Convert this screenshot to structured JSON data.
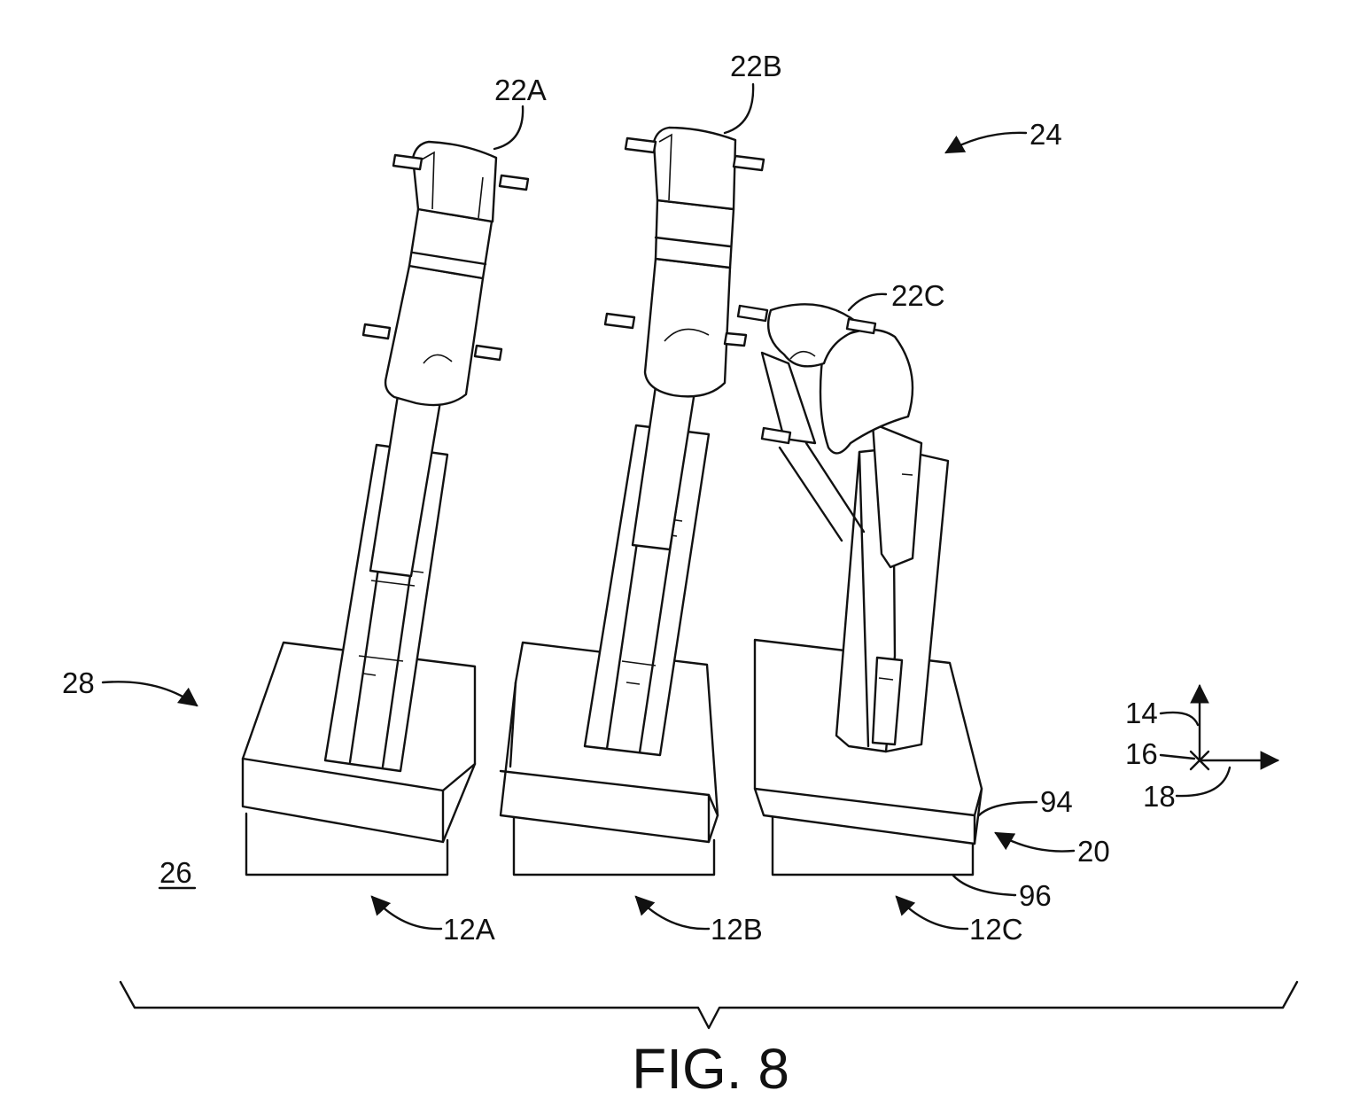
{
  "figure": {
    "title": "FIG. 8",
    "labels": {
      "arm_a": "22A",
      "arm_b": "22B",
      "arm_c": "22C",
      "system": "24",
      "group": "28",
      "floor": "26",
      "robot_a": "12A",
      "robot_b": "12B",
      "robot_c": "12C",
      "base_top": "94",
      "base": "20",
      "base_bottom": "96",
      "axis_vertical": "14",
      "axis_depth": "16",
      "axis_horizontal": "18"
    }
  }
}
